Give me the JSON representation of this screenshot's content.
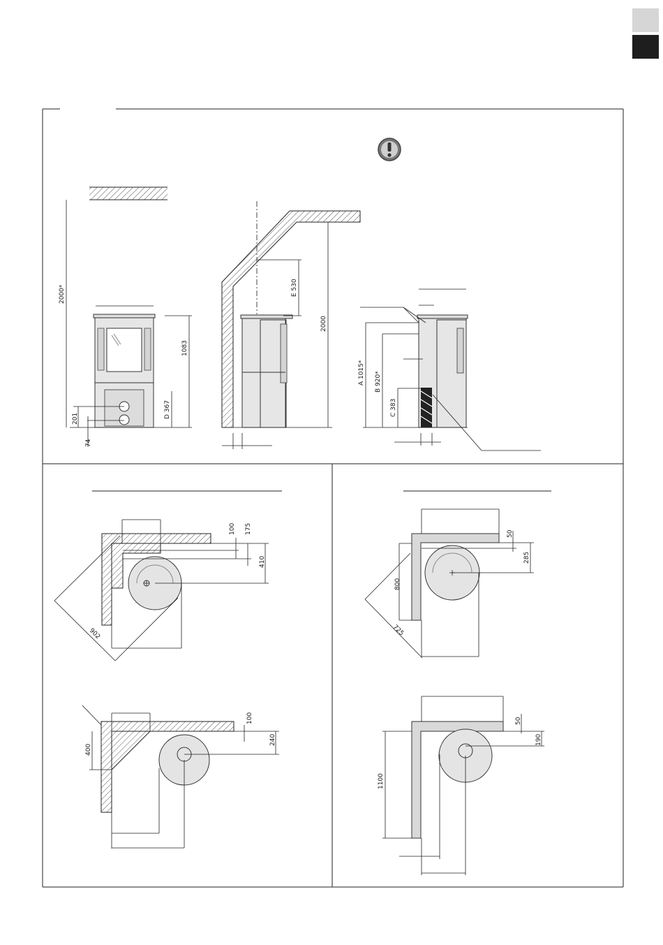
{
  "dimensions": {
    "front_height": "2000*",
    "front_width_top": "",
    "front_total_height": "1083",
    "front_d": "D 367",
    "front_201": "201",
    "front_74": "74",
    "side_e": "E 530",
    "side_2000": "2000",
    "right_a": "A 1015*",
    "right_b": "B 920*",
    "right_c": "C 383",
    "plan_tl_902": "902",
    "plan_tl_100": "100",
    "plan_tl_175": "175",
    "plan_tl_410": "410",
    "plan_bl_400": "400",
    "plan_bl_100": "100",
    "plan_bl_240": "240",
    "plan_tr_725": "725",
    "plan_tr_800": "800",
    "plan_tr_50": "50",
    "plan_tr_285": "285",
    "plan_br_1100": "1100",
    "plan_br_50": "50",
    "plan_br_190": "190"
  },
  "icons": {
    "warning": "exclamation-icon"
  },
  "colors": {
    "frame": "#222222",
    "hatch": "#555555",
    "stove_fill": "#e4e4e4",
    "wall_fill": "#d9d9d9",
    "tab_dark": "#1e1e1e",
    "tab_light": "#d6d6d6"
  }
}
